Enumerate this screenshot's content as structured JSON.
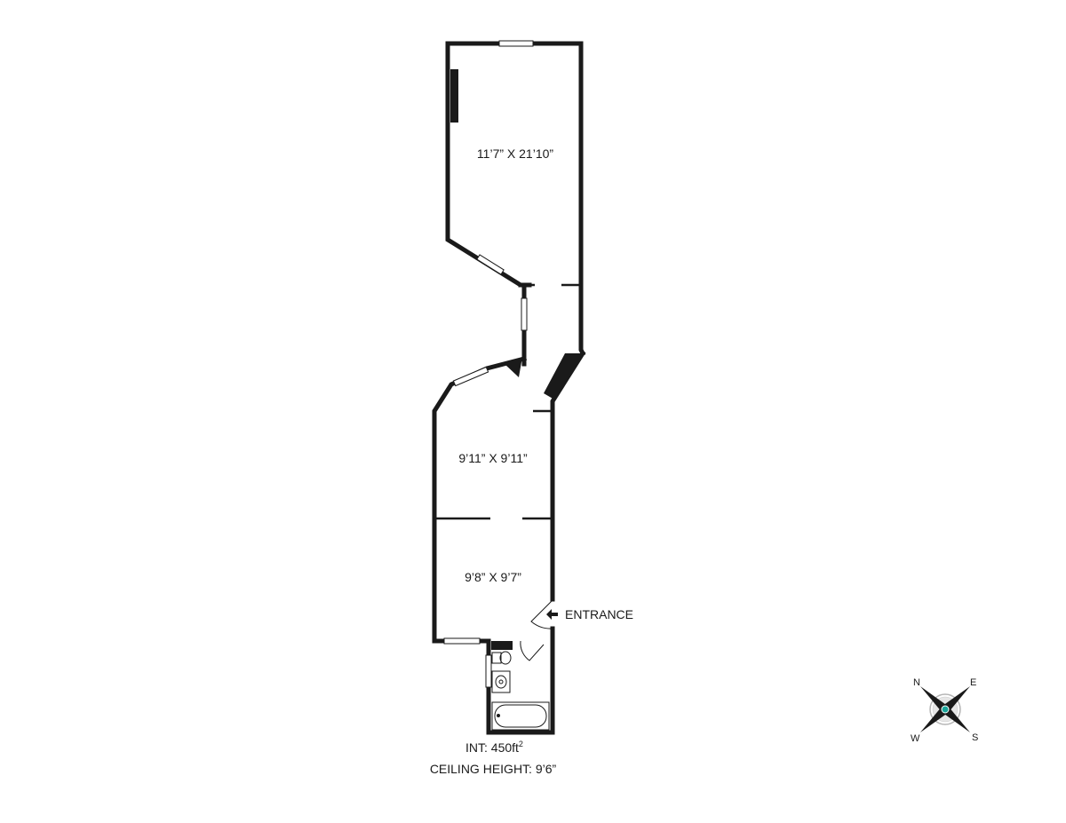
{
  "rooms": {
    "living": "11’7” X 21’10”",
    "bedroom": "9’11” X 9’11”",
    "kitchen": "9’8” X 9’7”"
  },
  "entrance": "ENTRANCE",
  "info": {
    "interior_prefix": "INT: 450ft",
    "interior_sup": "2",
    "ceiling": "CEILING HEIGHT: 9’6”"
  },
  "compass": {
    "n": "N",
    "e": "E",
    "w": "W",
    "s": "S",
    "accent": "#1aa59a"
  }
}
